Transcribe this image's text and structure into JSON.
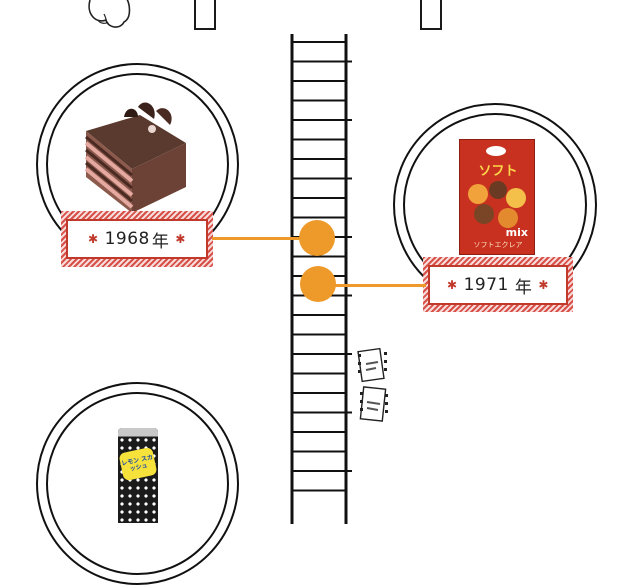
{
  "timeline": {
    "items": [
      {
        "year": "1968",
        "unit": "年",
        "product": "chocolate-layer-cake",
        "side": "left"
      },
      {
        "year": "1971",
        "unit": "年",
        "product": "soft-candy-mix",
        "side": "right",
        "package_text": {
          "headline": "ソフト",
          "tag": "mix",
          "footer": "ソフトエクレア"
        }
      },
      {
        "product": "lemon-soda-can",
        "side": "left",
        "package_text": {
          "name": "レモン スカッシュ"
        }
      }
    ]
  },
  "colors": {
    "accent_red": "#c0392b",
    "timeline_orange": "#ee9a2a",
    "ink": "#1a1a1a"
  },
  "icons": [
    "cartoon-foot-icon",
    "timeline-ladder",
    "film-strip-icon",
    "timeline-dot"
  ]
}
